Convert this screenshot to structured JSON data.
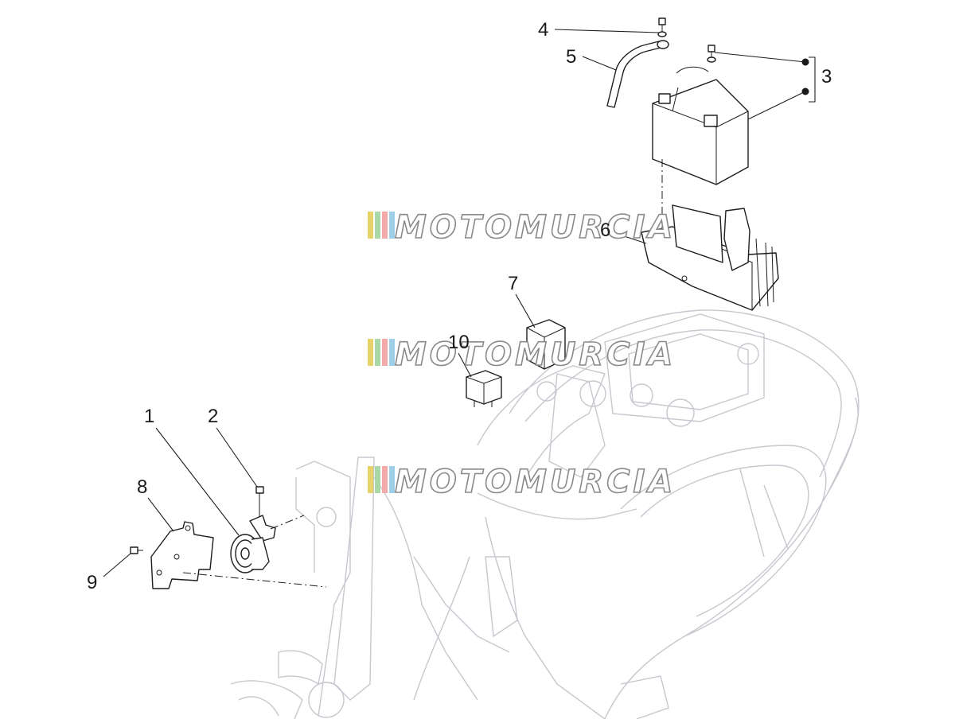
{
  "diagram": {
    "callouts": [
      {
        "id": "c1",
        "label": "1"
      },
      {
        "id": "c2",
        "label": "2"
      },
      {
        "id": "c3",
        "label": "3"
      },
      {
        "id": "c4",
        "label": "4"
      },
      {
        "id": "c5",
        "label": "5"
      },
      {
        "id": "c6",
        "label": "6"
      },
      {
        "id": "c7",
        "label": "7"
      },
      {
        "id": "c8",
        "label": "8"
      },
      {
        "id": "c9",
        "label": "9"
      },
      {
        "id": "c10",
        "label": "10"
      }
    ],
    "watermark": {
      "text": "MOTOMURCIA",
      "stripe_colors": [
        "#e8d36a",
        "#a9d8a6",
        "#f2a9a9",
        "#9fd0e8"
      ]
    }
  }
}
